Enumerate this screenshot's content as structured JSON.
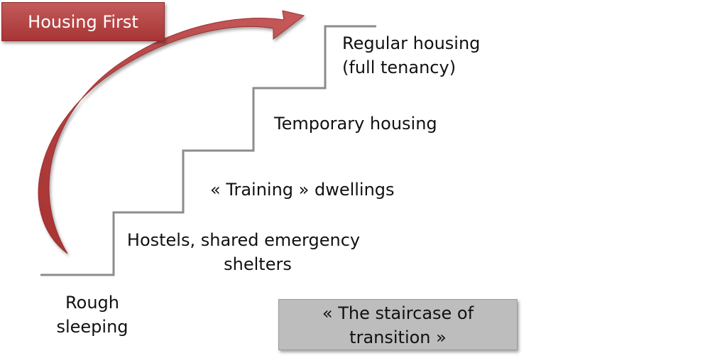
{
  "badge": {
    "text": "Housing First"
  },
  "steps": {
    "rough_sleeping": {
      "line1": "Rough",
      "line2": "sleeping"
    },
    "hostels": {
      "line1": "Hostels, shared emergency",
      "line2": "shelters"
    },
    "training": {
      "text": "« Training » dwellings"
    },
    "temporary": {
      "text": "Temporary housing"
    },
    "regular": {
      "line1": "Regular housing",
      "line2": "(full tenancy)"
    }
  },
  "caption": {
    "line1": "« The staircase of",
    "line2": "transition »"
  },
  "colors": {
    "arrow": "#b94545",
    "badge": "#b64343",
    "stair_line": "#8c8c8c",
    "caption_box": "#bdbdbd"
  }
}
